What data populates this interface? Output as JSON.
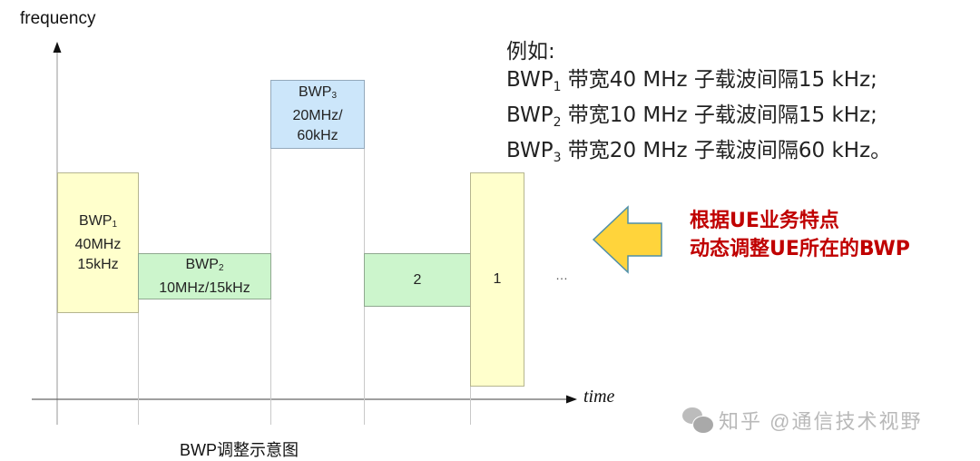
{
  "diagram": {
    "y_axis_label": "frequency",
    "x_axis_label": "time",
    "caption": "BWP调整示意图",
    "ellipsis": "…",
    "blocks": [
      {
        "id": "bwp1",
        "name": "BWP",
        "sub": "1",
        "lines": [
          "40MHz",
          "15kHz"
        ],
        "color": "#ffffcc"
      },
      {
        "id": "bwp2",
        "name": "BWP",
        "sub": "2",
        "lines": [
          "10MHz/15kHz"
        ],
        "color": "#ccf5cc"
      },
      {
        "id": "bwp3",
        "name": "BWP",
        "sub": "3",
        "lines": [
          "20MHz/",
          "60kHz"
        ],
        "color": "#cce6fa"
      },
      {
        "id": "block-2",
        "label": "2",
        "color": "#ccf5cc"
      },
      {
        "id": "block-1",
        "label": "1",
        "color": "#ffffcc"
      }
    ]
  },
  "example": {
    "heading": "例如:",
    "rows": [
      {
        "prefix": "BWP",
        "sub": "1",
        "text": " 带宽40 MHz 子载波间隔15 kHz;"
      },
      {
        "prefix": "BWP",
        "sub": "2",
        "text": " 带宽10 MHz 子载波间隔15 kHz;"
      },
      {
        "prefix": "BWP",
        "sub": "3",
        "text": " 带宽20 MHz 子载波间隔60 kHz。"
      }
    ]
  },
  "callout": {
    "line1": "根据UE业务特点",
    "line2": "动态调整UE所在的BWP",
    "text_color": "#c00000",
    "arrow_color": "#ffd43b"
  },
  "watermark": {
    "text": "知乎 @通信技术视野"
  }
}
